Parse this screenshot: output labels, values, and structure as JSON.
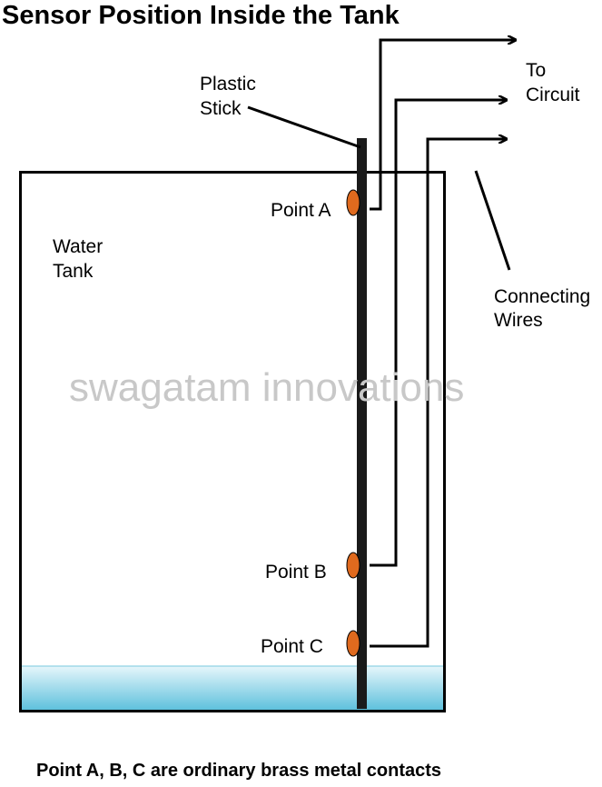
{
  "title": "Sensor Position Inside the Tank",
  "labels": {
    "plastic_stick_line1": "Plastic",
    "plastic_stick_line2": "Stick",
    "to_circuit_line1": "To",
    "to_circuit_line2": "Circuit",
    "water_tank_line1": "Water",
    "water_tank_line2": "Tank",
    "connecting_wires_line1": "Connecting",
    "connecting_wires_line2": "Wires",
    "point_a": "Point A",
    "point_b": "Point B",
    "point_c": "Point C"
  },
  "watermark": "swagatam innovations",
  "footer": "Point A, B, C are ordinary brass metal contacts",
  "colors": {
    "contact": "#e06a1e",
    "water_top": "#e6f6fb",
    "water_bottom": "#5cc0dc",
    "outline": "#000000",
    "watermark": "#c8c8c8"
  }
}
